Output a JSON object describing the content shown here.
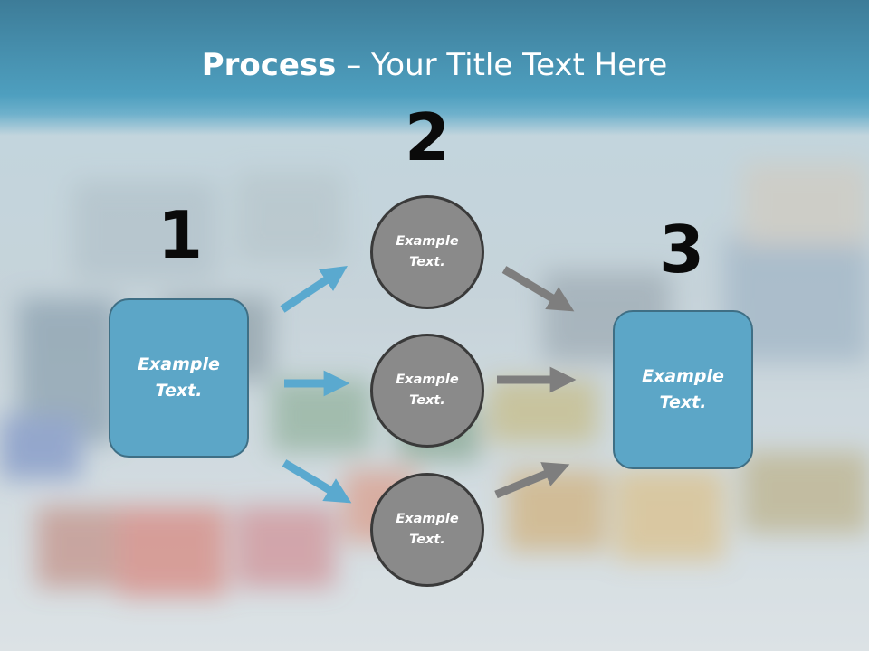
{
  "title": {
    "bold": "Process",
    "rest": " – Your Title Text Here"
  },
  "steps": [
    {
      "number": "1",
      "label": "Example\nText."
    },
    {
      "number": "2",
      "label": "Example\nText."
    },
    {
      "number": "3",
      "label": "Example\nText."
    }
  ],
  "circles": [
    {
      "label": "Example\nText."
    },
    {
      "label": "Example\nText."
    },
    {
      "label": "Example\nText."
    }
  ],
  "colors": {
    "accent": "#5ca6c7",
    "circle": "#8a8a8a",
    "arrow_blue": "#5aa9cf",
    "arrow_gray": "#7e7e7e",
    "header": "#4a9bbd"
  }
}
